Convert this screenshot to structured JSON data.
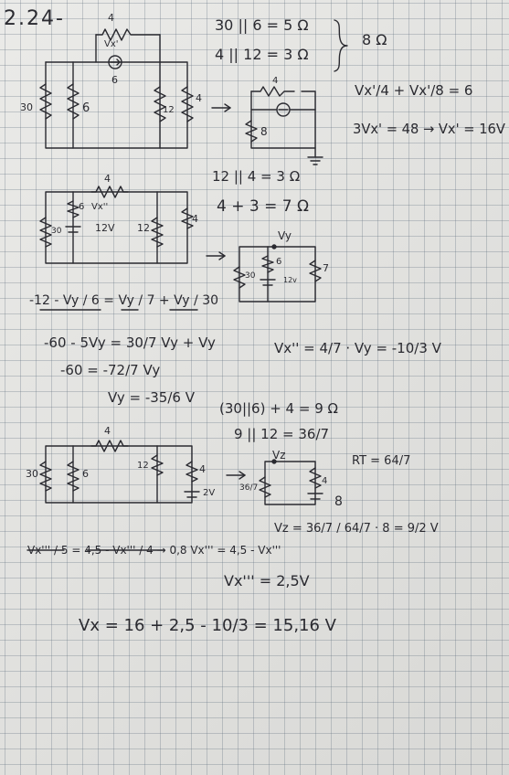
{
  "colors": {
    "ink": "#2a2a30",
    "paper": "#e6e6e3",
    "grid": "#5f6e7d"
  },
  "problem": {
    "number": "2.24-"
  },
  "step1": {
    "circuit_labels": [
      "4",
      "Vx'",
      "6",
      "30",
      "6",
      "12",
      "4"
    ],
    "eq_par_a": "30 || 6 = 5 Ω",
    "eq_par_b": "4 || 12 = 3 Ω",
    "eq_total": "8 Ω",
    "reduced_labels": [
      "4",
      "8"
    ],
    "node_eq": "Vx'/4 + Vx'/8 = 6",
    "result": "3Vx' = 48 → Vx' = 16V"
  },
  "step2": {
    "circuit_labels": [
      "4",
      "Vx''",
      "6",
      "30",
      "12V",
      "12",
      "4"
    ],
    "eq_a": "12 || 4 = 3 Ω",
    "eq_b": "4 + 3 = 7 Ω",
    "reduced_labels": [
      "Vy",
      "6",
      "30",
      "12v",
      "7"
    ],
    "line1": "-12 - Vy / 6 = Vy / 7 + Vy / 30",
    "line2": "-60 - 5Vy = 30/7 Vy + Vy",
    "line3": "-60 = -72/7 Vy",
    "line4": "Vy = -35/6 V",
    "vx2": "Vx'' = 4/7 · Vy = -10/3 V"
  },
  "step3": {
    "circuit_labels": [
      "4",
      "30",
      "6",
      "12",
      "4",
      "2V"
    ],
    "eq_a": "(30||6) + 4 = 9 Ω",
    "eq_b": "9 || 12 = 36/7",
    "rt": "RT = 64/7",
    "reduced_labels": [
      "Vz",
      "36/7",
      "4",
      "8"
    ],
    "vz": "Vz = 36/7 / 64/7 · 8 = 9/2 V",
    "node_eq": "Vx''' / 5 = 4,5 - Vx''' / 4 → 0,8 Vx''' = 4,5 - Vx'''",
    "result": "Vx''' = 2,5V"
  },
  "final": {
    "result": "Vx = 16 + 2,5 - 10/3 = 15,16 V"
  }
}
